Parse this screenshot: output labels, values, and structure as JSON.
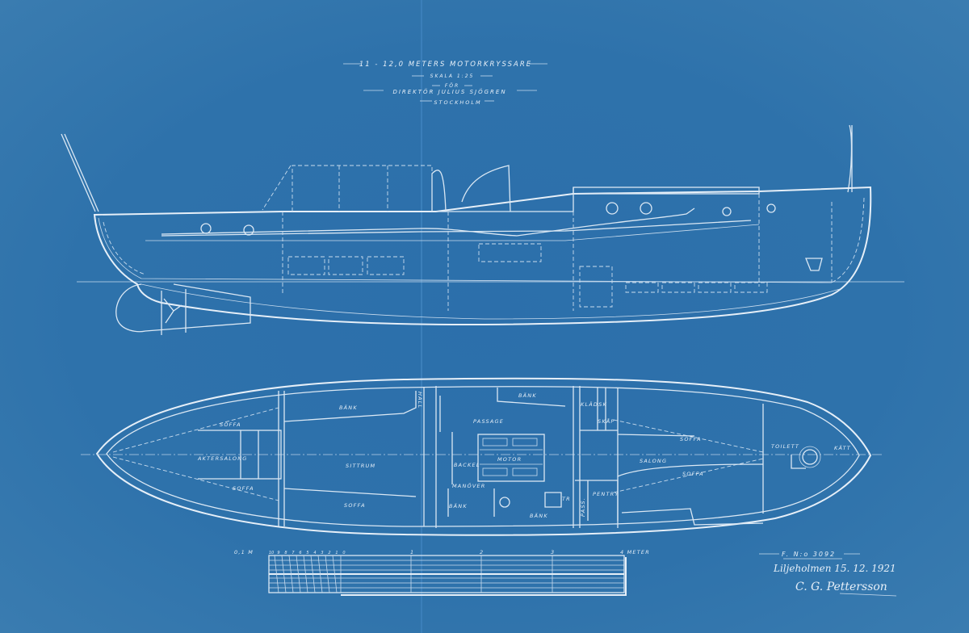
{
  "title": {
    "line1": "11 - 12,0 METERS MOTORKRYSSARE",
    "line2": "SKALA 1:25",
    "line3": "FÖR",
    "line4": "DIREKTÖR JULIUS SJÖGREN",
    "line5": "STOCKHOLM"
  },
  "plan_labels": {
    "bank_aft": "BÄNK",
    "hall": "HALL",
    "soffa_aft_top": "SOFFA",
    "aktersalong": "AKTERSALONG",
    "soffa_aft_bottom": "SOFFA",
    "sittrum": "SITTRUM",
    "soffa_sittrum": "SOFFA",
    "bank_top": "BÄNK",
    "passage": "PASSAGE",
    "motor": "MOTOR",
    "backel": "BACKEL",
    "manover": "MANÖVER",
    "bank_helm": "BÄNK",
    "bank_bottom": "BÄNK",
    "tr": "TR",
    "passage_v": "PASS.",
    "pentry": "PENTRY",
    "kladsk": "KLÄDSK",
    "skap": "SKÅP",
    "soffa_salong_top": "SOFFA",
    "salong": "SALONG",
    "soffa_salong_bottom": "SOFFA",
    "toilett": "TOILETT",
    "katt": "KÄTT"
  },
  "scale_bar": {
    "left_label": "0,1 M",
    "sub_ticks": [
      "10",
      "9",
      "8",
      "7",
      "6",
      "5",
      "4",
      "3",
      "2",
      "1",
      "0"
    ],
    "ticks": [
      "1",
      "2",
      "3"
    ],
    "end_label": "4 METER"
  },
  "title_block": {
    "drawing_no": "F. N:o 3092",
    "place_date": "Liljeholmen 15. 12. 1921",
    "signature": "C. G. Pettersson"
  },
  "colors": {
    "paper": "#2d70aa",
    "line": "#dbe8f4"
  }
}
